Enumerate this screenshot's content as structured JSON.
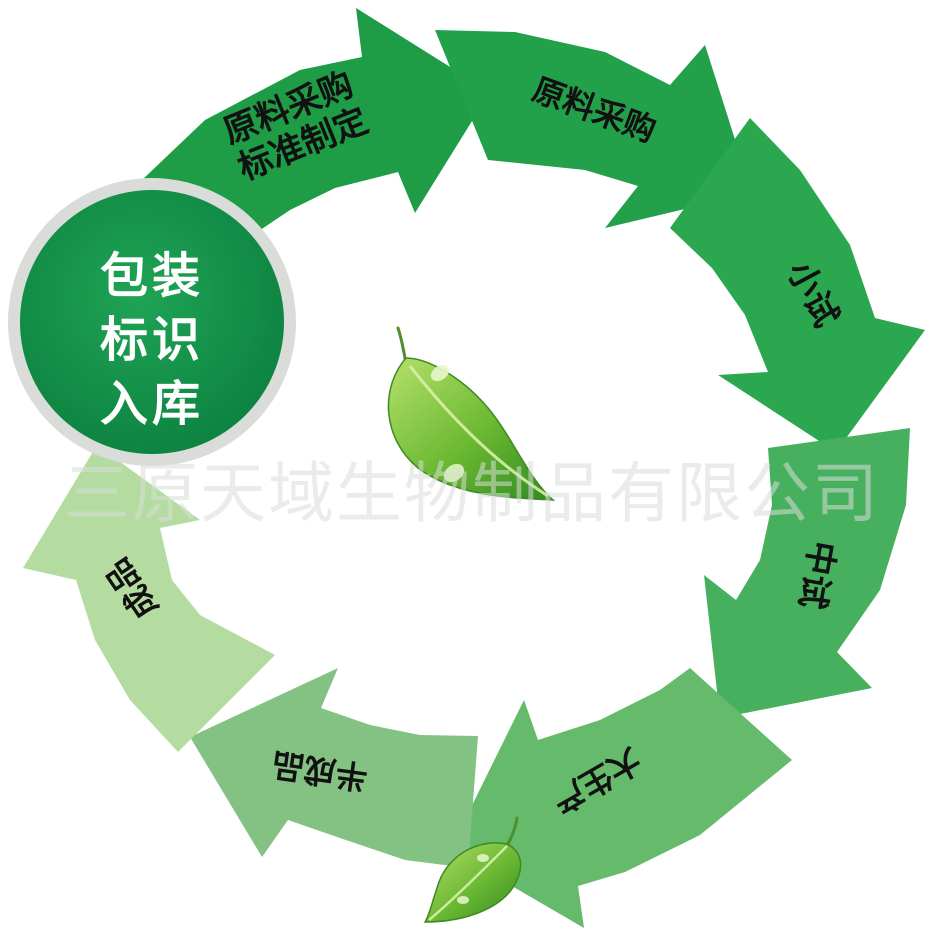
{
  "hub": {
    "lines": [
      "包装",
      "标识",
      "入库"
    ],
    "color": "#15964a"
  },
  "steps": [
    {
      "label_lines": [
        "原料采购",
        "标准制定"
      ],
      "color": "#1e9c46"
    },
    {
      "label_lines": [
        "原料采购"
      ],
      "color": "#22a04a"
    },
    {
      "label_lines": [
        "小试"
      ],
      "color": "#2aa74f"
    },
    {
      "label_lines": [
        "中试"
      ],
      "color": "#47b05f"
    },
    {
      "label_lines": [
        "大生产"
      ],
      "color": "#66ba6b"
    },
    {
      "label_lines": [
        "半成品"
      ],
      "color": "#83c283"
    },
    {
      "label_lines": [
        "成品"
      ],
      "color": "#b5dca0"
    }
  ],
  "watermark": "三原天域生物制品有限公司",
  "leaf_color": "#7cc242"
}
